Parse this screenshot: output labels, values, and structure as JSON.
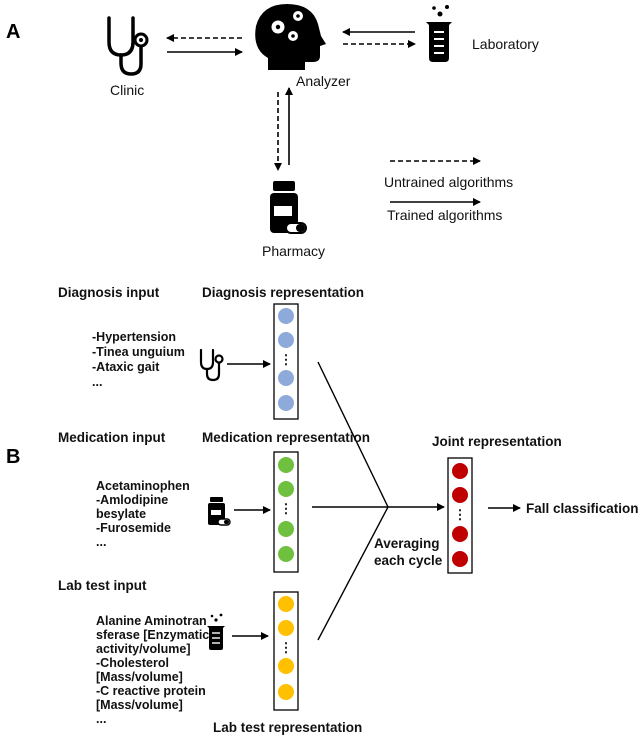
{
  "panel_a": {
    "label": "A",
    "nodes": {
      "clinic": "Clinic",
      "analyzer": "Analyzer",
      "laboratory": "Laboratory",
      "pharmacy": "Pharmacy"
    },
    "legend": {
      "untrained": "Untrained  algorithms",
      "trained": "Trained algorithms"
    }
  },
  "panel_b": {
    "label": "B",
    "diagnosis": {
      "input_title": "Diagnosis input",
      "representation_title": "Diagnosis representation",
      "items": [
        "-Hypertension",
        "-Tinea unguium",
        "-Ataxic gait",
        "..."
      ],
      "color": "#8eaadb"
    },
    "medication": {
      "input_title": "Medication input",
      "representation_title": "Medication representation",
      "items": [
        "Acetaminophen",
        "-Amlodipine",
        "besylate",
        "-Furosemide",
        "..."
      ],
      "color": "#70c040"
    },
    "lab": {
      "input_title": "Lab test input",
      "representation_title": "Lab test representation",
      "items": [
        "Alanine Aminotran",
        "sferase [Enzymatic",
        "activity/volume]",
        "-Cholesterol",
        "[Mass/volume]",
        "-C reactive protein",
        "[Mass/volume]",
        "..."
      ],
      "color": "#ffc000"
    },
    "joint": {
      "title": "Joint representation",
      "color": "#c00000"
    },
    "averaging": [
      "Averaging",
      "each cycle"
    ],
    "output": "Fall classification",
    "ellipsis_glyph": "⋮"
  }
}
